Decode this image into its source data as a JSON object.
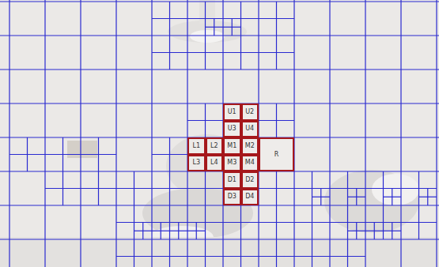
{
  "diagram": {
    "nodes": [
      {
        "text": [
          "U1"
        ]
      },
      {
        "text": [
          "U2"
        ]
      },
      {
        "text": [
          "U3"
        ]
      },
      {
        "text": [
          "U4"
        ]
      },
      {
        "text": [
          "L1"
        ]
      },
      {
        "text": [
          "L2"
        ]
      },
      {
        "text": [
          "M1"
        ]
      },
      {
        "text": [
          "M2"
        ]
      },
      {
        "text": [
          "R"
        ]
      },
      {
        "text": [
          "L3"
        ]
      },
      {
        "text": [
          "L4"
        ]
      },
      {
        "text": [
          "M3"
        ]
      },
      {
        "text": [
          "M4"
        ]
      },
      {
        "text": [
          "D1"
        ]
      },
      {
        "text": [
          "D2"
        ]
      },
      {
        "text": [
          "D3"
        ]
      },
      {
        "text": [
          "D4"
        ]
      }
    ]
  }
}
